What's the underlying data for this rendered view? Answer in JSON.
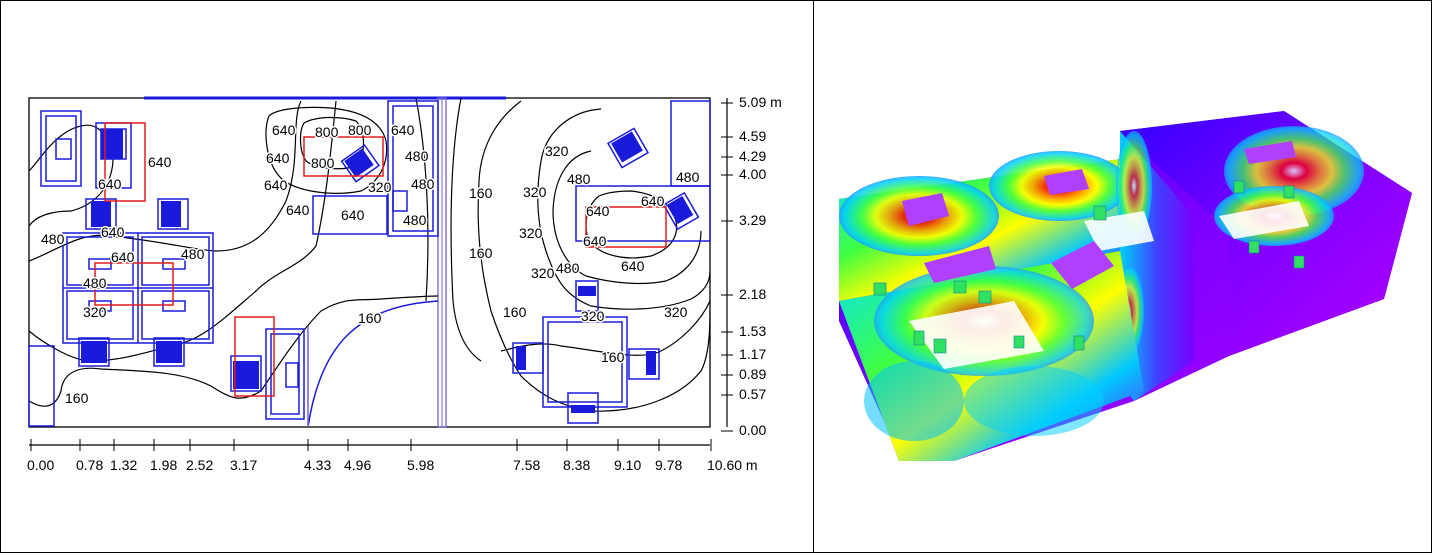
{
  "plan": {
    "x_ticks": [
      "0.00",
      "0.78",
      "1.32",
      "1.98",
      "2.52",
      "3.17",
      "4.33",
      "4.96",
      "5.98",
      "7.58",
      "8.38",
      "9.10",
      "9.78",
      "10.60 m"
    ],
    "y_ticks": [
      "5.09 m",
      "4.59",
      "4.29",
      "4.00",
      "3.29",
      "2.18",
      "1.53",
      "1.17",
      "0.89",
      "0.57",
      "0.00"
    ],
    "contour_labels": [
      "640",
      "800",
      "800",
      "800",
      "640",
      "640",
      "640",
      "640",
      "640",
      "640",
      "640",
      "480",
      "640",
      "480",
      "480",
      "480",
      "320",
      "480",
      "160",
      "160",
      "640",
      "480",
      "320",
      "160",
      "160",
      "160",
      "320",
      "320",
      "320",
      "480",
      "640",
      "640",
      "640",
      "480",
      "640",
      "480",
      "160",
      "320",
      "320",
      "160",
      "160",
      "320"
    ],
    "colors": {
      "contour": "#000000",
      "furniture": "#1a1adc",
      "highlight": "#e31b1b",
      "wall": "#7060d8"
    }
  },
  "render": {
    "description_colors": [
      "#7a00ff",
      "#0040ff",
      "#00c8ff",
      "#40ff40",
      "#ffff00",
      "#ff8000",
      "#ff0000",
      "#ffffff"
    ]
  }
}
